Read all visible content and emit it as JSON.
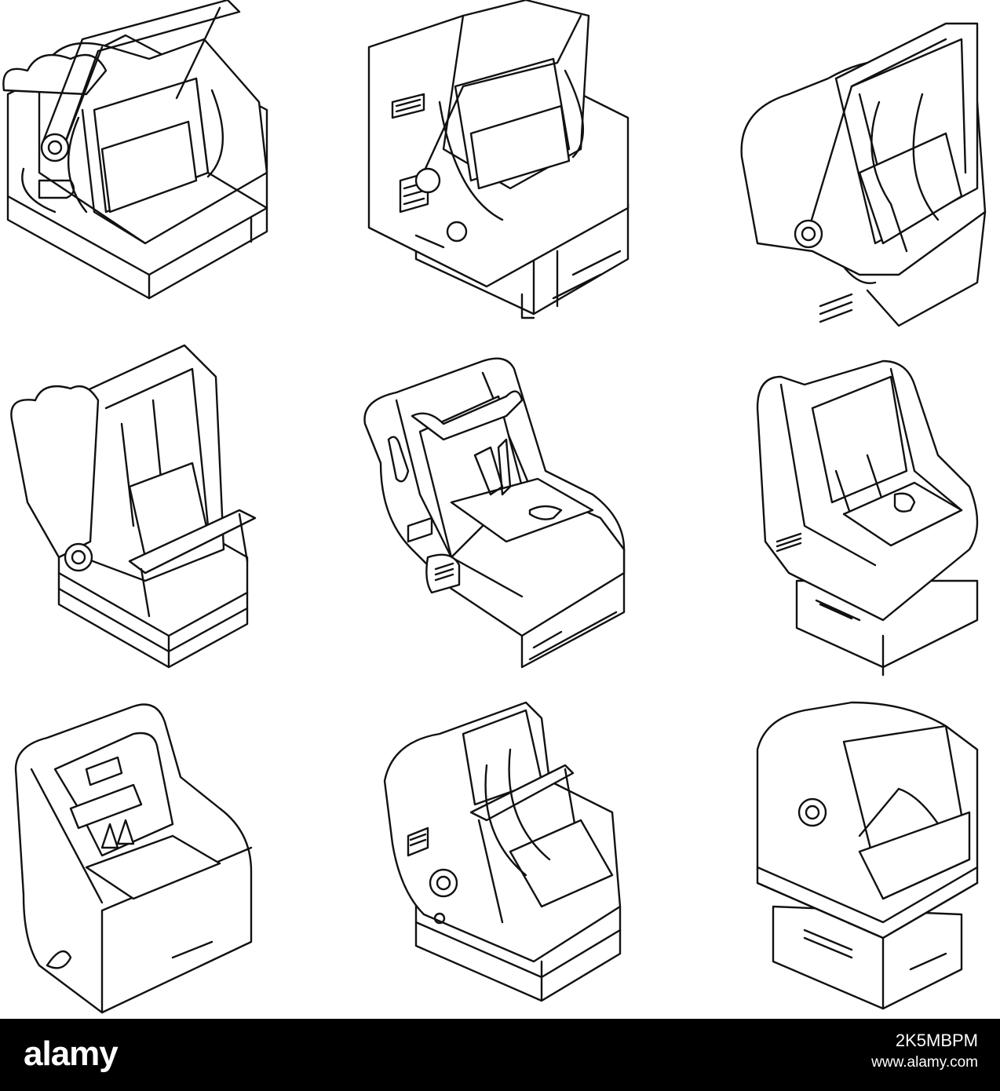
{
  "illustration": {
    "subject": "isometric outline child car seats",
    "grid": {
      "rows": 3,
      "cols": 3
    },
    "colors": {
      "line": "#111111",
      "background": "#ffffff"
    },
    "seats": [
      {
        "id": "seat-1",
        "style": "canopy-carrier"
      },
      {
        "id": "seat-2",
        "style": "vent-carrier"
      },
      {
        "id": "seat-3",
        "style": "hood-carrier"
      },
      {
        "id": "seat-4",
        "style": "canopy-handle"
      },
      {
        "id": "seat-5",
        "style": "convertible-harness"
      },
      {
        "id": "seat-6",
        "style": "booster-buckle"
      },
      {
        "id": "seat-7",
        "style": "harness-seat"
      },
      {
        "id": "seat-8",
        "style": "double-handle"
      },
      {
        "id": "seat-9",
        "style": "hood-base"
      }
    ]
  },
  "footer": {
    "logo": "alamy",
    "image_id": "2K5MBPM",
    "url": "www.alamy.com",
    "colors": {
      "background": "#000000",
      "text": "#ffffff"
    }
  }
}
